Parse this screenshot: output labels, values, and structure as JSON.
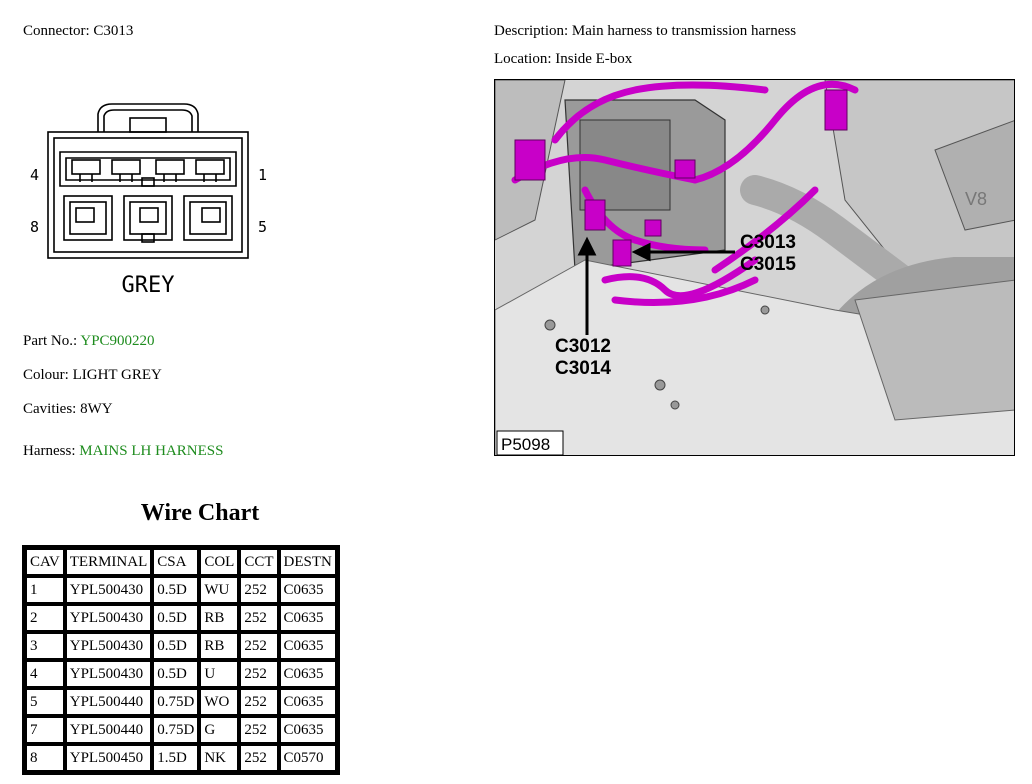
{
  "connector": {
    "label": "Connector: C3013"
  },
  "description": {
    "label": "Description: Main harness to transmission harness"
  },
  "location": {
    "label": "Location: Inside E-box"
  },
  "diagram": {
    "pin_labels": {
      "top_left": "4",
      "top_right": "1",
      "bottom_left": "8",
      "bottom_right": "5"
    },
    "color_text": "GREY"
  },
  "part_no": {
    "label": "Part No.:",
    "value": "YPC900220"
  },
  "colour": {
    "label": "Colour: LIGHT GREY"
  },
  "cavities": {
    "label": "Cavities: 8WY"
  },
  "harness": {
    "label": "Harness:",
    "value": "MAINS LH HARNESS"
  },
  "photo": {
    "callout_right_1": "C3013",
    "callout_right_2": "C3015",
    "callout_left_1": "C3012",
    "callout_left_2": "C3014",
    "ref": "P5098",
    "engine_badge": "V8"
  },
  "wire_chart": {
    "title": "Wire Chart",
    "headers": [
      "CAV",
      "TERMINAL",
      "CSA",
      "COL",
      "CCT",
      "DESTN"
    ],
    "rows": [
      [
        "1",
        "YPL500430",
        "0.5D",
        "WU",
        "252",
        "C0635"
      ],
      [
        "2",
        "YPL500430",
        "0.5D",
        "RB",
        "252",
        "C0635"
      ],
      [
        "3",
        "YPL500430",
        "0.5D",
        "RB",
        "252",
        "C0635"
      ],
      [
        "4",
        "YPL500430",
        "0.5D",
        "U",
        "252",
        "C0635"
      ],
      [
        "5",
        "YPL500440",
        "0.75D",
        "WO",
        "252",
        "C0635"
      ],
      [
        "7",
        "YPL500440",
        "0.75D",
        "G",
        "252",
        "C0635"
      ],
      [
        "8",
        "YPL500450",
        "1.5D",
        "NK",
        "252",
        "C0570"
      ]
    ]
  },
  "colors": {
    "link_green": "#1e8c1e",
    "harness_magenta": "#c800c8"
  }
}
